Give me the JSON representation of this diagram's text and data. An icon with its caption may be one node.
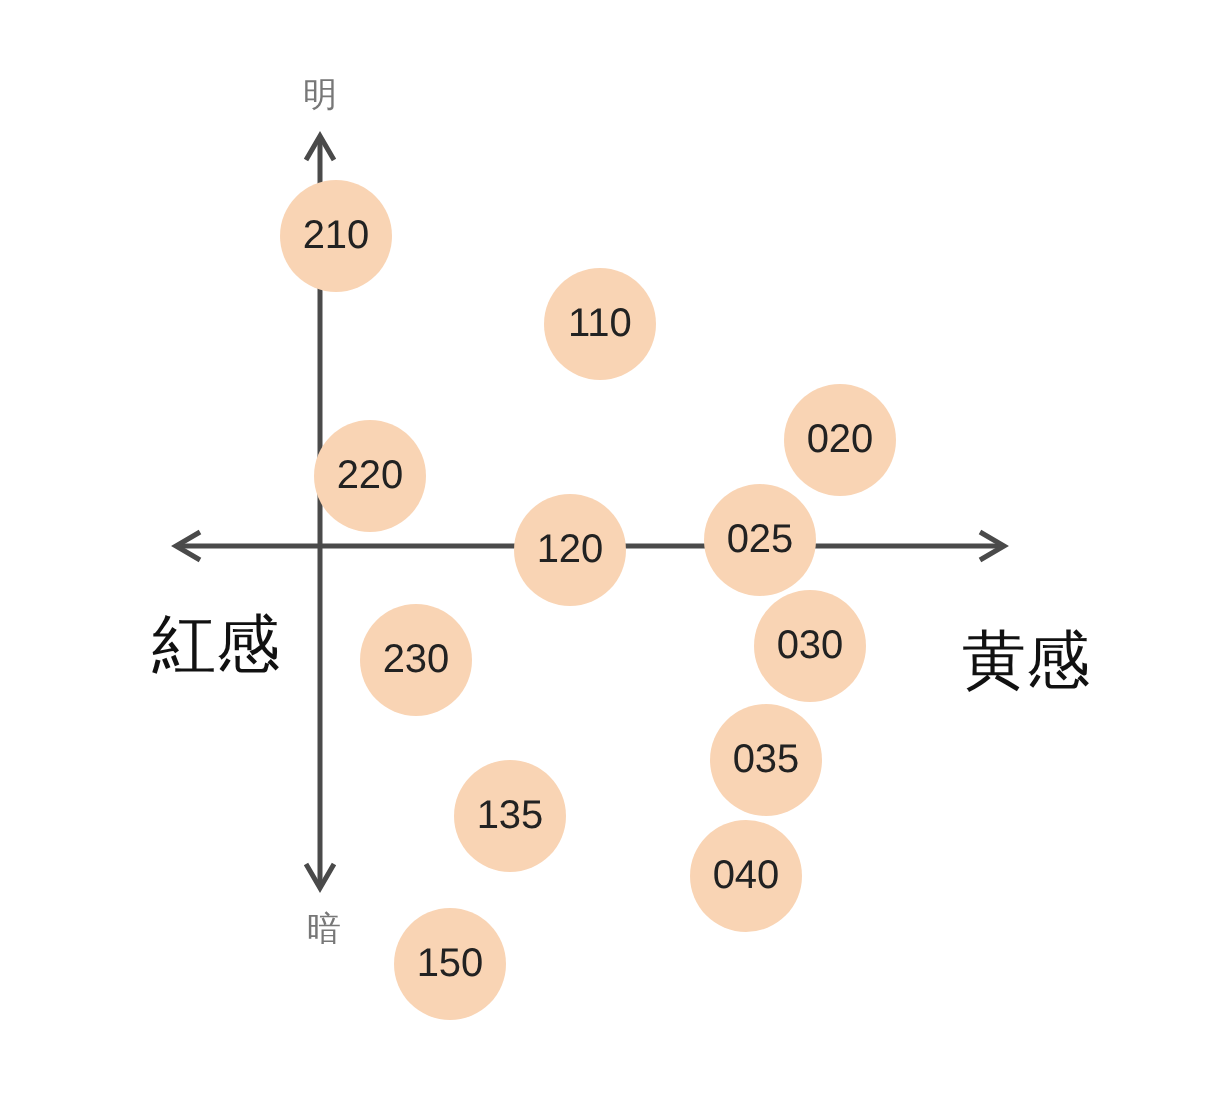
{
  "diagram": {
    "nodes": [
      {
        "text": [
          "210"
        ]
      },
      {
        "text": [
          "110"
        ]
      },
      {
        "text": [
          "020"
        ]
      },
      {
        "text": [
          "220"
        ]
      },
      {
        "text": [
          "120"
        ]
      },
      {
        "text": [
          "025"
        ]
      },
      {
        "text": [
          "230"
        ]
      },
      {
        "text": [
          "030"
        ]
      },
      {
        "text": [
          "035"
        ]
      },
      {
        "text": [
          "135"
        ]
      },
      {
        "text": [
          "040"
        ]
      },
      {
        "text": [
          "150"
        ]
      }
    ],
    "labels": [
      "明",
      "紅感",
      "黄感",
      "暗"
    ]
  }
}
